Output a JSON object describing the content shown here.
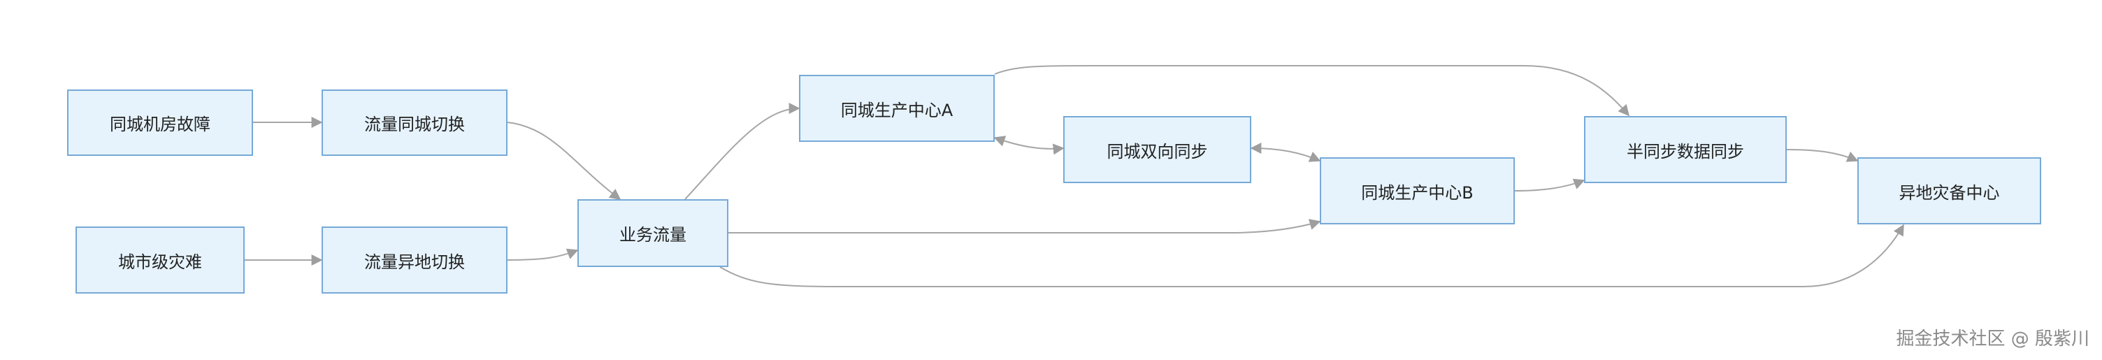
{
  "nodes": {
    "n1": "同城机房故障",
    "n2": "城市级灾难",
    "n3": "流量同城切换",
    "n4": "流量异地切换",
    "n5": "业务流量",
    "n6": "同城生产中心A",
    "n7": "同城双向同步",
    "n8": "同城生产中心B",
    "n9": "半同步数据同步",
    "n10": "异地灾备中心"
  },
  "watermark": "掘金技术社区 @ 殷紫川",
  "colors": {
    "node_fill": "#e6f3fc",
    "node_border": "#76a9d8",
    "edge": "#9e9e9e"
  }
}
